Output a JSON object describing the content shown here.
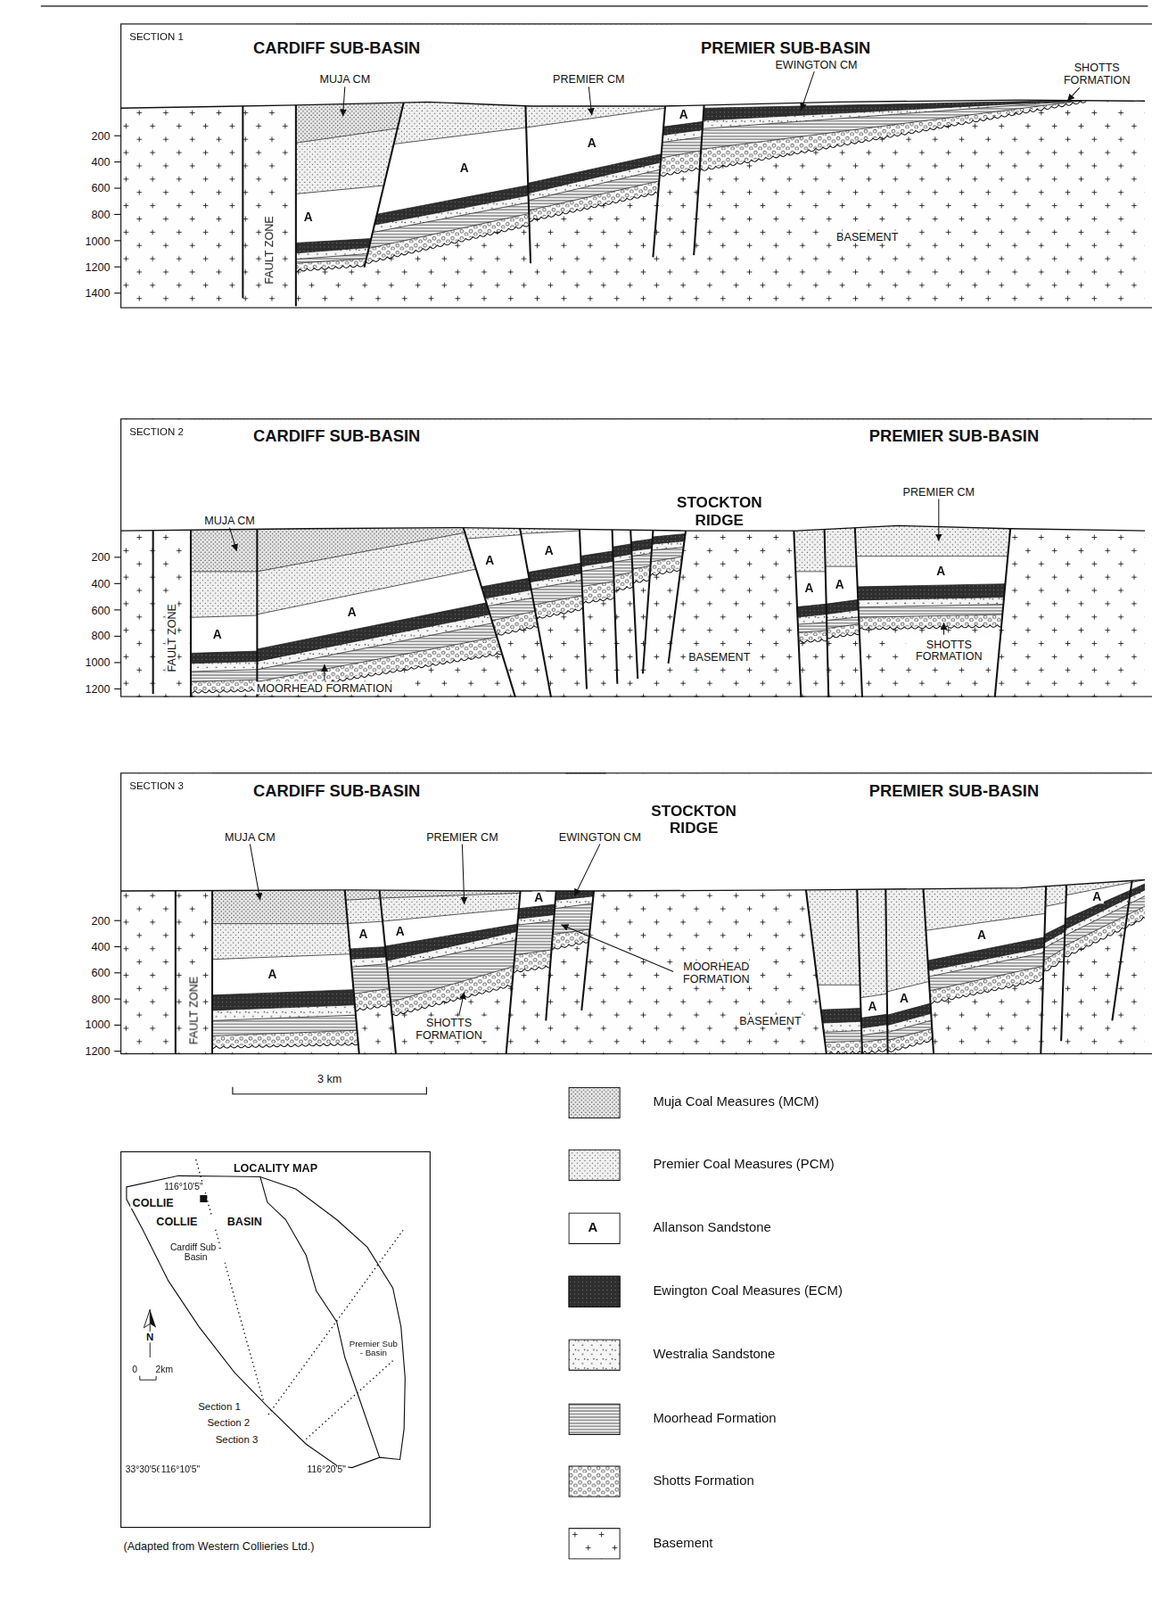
{
  "diagram": {
    "nodes": [
      {
        "text": [
          "SECTION 1"
        ]
      },
      {
        "text": [
          "SECTION 2"
        ]
      },
      {
        "text": [
          "SECTION 3"
        ]
      },
      {
        "text": [
          "LOCALITY MAP"
        ]
      }
    ],
    "labels": [
      "CARDIFF SUB-BASIN",
      "PREMIER SUB-BASIN",
      "MUJA CM",
      "PREMIER CM",
      "EWINGTON CM",
      "SHOTTS FORMATION",
      "A",
      "A",
      "A",
      "A",
      "FAULT ZONE",
      "BASEMENT",
      "200",
      "400",
      "600",
      "800",
      "1000",
      "1200",
      "1400",
      "CARDIFF SUB-BASIN",
      "PREMIER SUB-BASIN",
      "STOCKTON RIDGE",
      "MUJA CM",
      "PREMIER CM",
      "A",
      "A",
      "A",
      "A",
      "A",
      "A",
      "A",
      "SHOTTS FORMATION",
      "MOORHEAD FORMATION",
      "BASEMENT",
      "FAULT ZONE",
      "200",
      "400",
      "600",
      "800",
      "1000",
      "1200",
      "CARDIFF SUB-BASIN",
      "PREMIER SUB-BASIN",
      "STOCKTON RIDGE",
      "MUJA CM",
      "PREMIER CM",
      "EWINGTON CM",
      "MOORHEAD FORMATION",
      "SHOTTS FORMATION",
      "BASEMENT",
      "FAULT ZONE",
      "A",
      "A",
      "A",
      "A",
      "A",
      "A",
      "A",
      "A",
      "200",
      "400",
      "600",
      "800",
      "1000",
      "1200",
      "3 km",
      "116°10'5\"",
      "COLLIE",
      "COLLIE BASIN",
      "Cardiff Sub - Basin",
      "Premier Sub - Basin",
      "N",
      "0",
      "2km",
      "Section 1",
      "Section 2",
      "Section 3",
      "33°30'56\"",
      "116°10'5\"",
      "116°20'5\"",
      "(Adapted from Western Collieries Ltd.)",
      "A"
    ],
    "legend": [
      {
        "text": "Muja Coal Measures (MCM)",
        "color": "#e8e8e8"
      },
      {
        "text": "Premier Coal Measures (PCM)",
        "color": "#f0f0f0"
      },
      {
        "text": "Allanson Sandstone",
        "color": "#ffffff"
      },
      {
        "text": "Ewington Coal Measures (ECM)",
        "color": "#2e2e2e"
      },
      {
        "text": "Westralia Sandstone",
        "color": "#f6f6f6"
      },
      {
        "text": "Moorhead Formation",
        "color": "#f2f2f2"
      },
      {
        "text": "Shotts Formation",
        "color": "#fbfbfb"
      },
      {
        "text": "Basement",
        "color": "#fefefe"
      }
    ]
  }
}
